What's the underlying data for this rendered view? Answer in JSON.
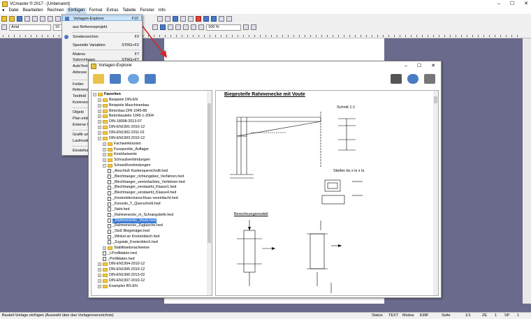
{
  "app": {
    "title": "VCmaster ® 2017 - [Unbenannt]"
  },
  "menubar": [
    "Datei",
    "Bearbeiten",
    "Rechnen",
    "Einfügen",
    "Format",
    "Extras",
    "Tabelle",
    "Fenster",
    "Info"
  ],
  "toolbar": {
    "font": "Arial",
    "size": "10",
    "zoom": "100 %"
  },
  "menu": {
    "items": [
      {
        "label": "Vorlagen-Explorer",
        "shortcut": "F10"
      },
      {
        "label": "aus Referenzprojekt",
        "shortcut": ""
      },
      {
        "label": "Sonderzeichen",
        "shortcut": "F2"
      },
      {
        "label": "Spezielle Variablen",
        "shortcut": "STRG+F2"
      },
      {
        "label": "Makros",
        "shortcut": "F7"
      },
      {
        "label": "Satzvorlagen",
        "shortcut": "STRG+F7"
      },
      {
        "label": "AutoText",
        "shortcut": ""
      },
      {
        "label": "Adresse",
        "shortcut": ""
      },
      {
        "label": "Felder",
        "shortcut": ""
      },
      {
        "label": "Referenz",
        "shortcut": ""
      },
      {
        "label": "Textfeld",
        "shortcut": ""
      },
      {
        "label": "Komment",
        "shortcut": ""
      },
      {
        "label": "Objekt",
        "shortcut": ""
      },
      {
        "label": "Plan einb",
        "shortcut": ""
      },
      {
        "label": "Externe G",
        "shortcut": ""
      },
      {
        "label": "Grafik und",
        "shortcut": ""
      },
      {
        "label": "Lastmodu",
        "shortcut": ""
      },
      {
        "label": "Einstellun",
        "shortcut": ""
      }
    ]
  },
  "explorer": {
    "title": "Vorlagen-Explorer",
    "tree": [
      {
        "label": "Favoriten",
        "kind": "root"
      },
      {
        "label": "Beispiele DIN-EN",
        "kind": "folder"
      },
      {
        "label": "Beispiele Maschinenbau",
        "kind": "folder"
      },
      {
        "label": "Betonbau DIN 1045-88",
        "kind": "folder"
      },
      {
        "label": "Betonbauteile 1045-1-2004",
        "kind": "folder"
      },
      {
        "label": "DIN-18008-2013-07",
        "kind": "folder"
      },
      {
        "label": "DIN-EN1991-2010-12",
        "kind": "folder"
      },
      {
        "label": "DIN-EN1992-2011-01",
        "kind": "folder"
      },
      {
        "label": "DIN-EN1993-2010-12",
        "kind": "folder"
      },
      {
        "label": "Fachwerkknoten",
        "kind": "folder"
      },
      {
        "label": "Fusspunkte_Auflager",
        "kind": "folder"
      },
      {
        "label": "Knickbeiwerte",
        "kind": "folder"
      },
      {
        "label": "Schraubverbindungen",
        "kind": "folder"
      },
      {
        "label": "Schweißverbindungen",
        "kind": "folder"
      },
      {
        "label": "_Anschluß Kastenquerschnitt.hed",
        "kind": "doc"
      },
      {
        "label": "_Blechtraeger_richtungsbez_Verfahren.hed",
        "kind": "doc"
      },
      {
        "label": "_Blechtraeger_vereinfachtes_Verfahren.hed",
        "kind": "doc"
      },
      {
        "label": "_Blechtraeger_verstaerkt_Klasse1.hed",
        "kind": "doc"
      },
      {
        "label": "_Blechtraeger_verstaerkt_Klasse4.hed",
        "kind": "doc"
      },
      {
        "label": "_Knotenblechanschluss vereinfacht.hed",
        "kind": "doc"
      },
      {
        "label": "_Konsole_T_Querschnitt.hed",
        "kind": "doc"
      },
      {
        "label": "_Naht.hed",
        "kind": "doc"
      },
      {
        "label": "_Rahmenecke_m_Schraegsteife.hed",
        "kind": "doc"
      },
      {
        "label": "_Rahmenecke_Voute.hed",
        "kind": "doc"
      },
      {
        "label": "_Rahmenecke_Zuglasche.hed",
        "kind": "doc"
      },
      {
        "label": "_Stoß Biegeträger.hed",
        "kind": "doc"
      },
      {
        "label": "_Winkel an Knotenblech.hed",
        "kind": "doc"
      },
      {
        "label": "_Zugstab_Knotenblech.hed",
        "kind": "doc"
      },
      {
        "label": "Stabilitaetsnachweise",
        "kind": "folder"
      },
      {
        "label": "_I-Profildaten.hed",
        "kind": "doc"
      },
      {
        "label": "_Profildaten.hed",
        "kind": "doc"
      },
      {
        "label": "DIN-EN1994-2010-12",
        "kind": "folder"
      },
      {
        "label": "DIN-EN1995-2010-12",
        "kind": "folder"
      },
      {
        "label": "DIN-EN1996-2013-02",
        "kind": "folder"
      },
      {
        "label": "DIN-EN1997-2010-12",
        "kind": "folder"
      },
      {
        "label": "Examples BS-EN",
        "kind": "folder"
      }
    ],
    "preview": {
      "title": "Biegesteife Rahmenecke mit Voute",
      "section_label": "Schnitt 1-1",
      "stiffener_label": "Steifen bs x ls x ts",
      "model_label": "Berechnungsmodell"
    }
  },
  "statusbar": {
    "message": "Bauteil-Vorlage einfügen (Auswahl über das Vorlagenverzeichnis)",
    "status": "Status",
    "text": "TEXT",
    "modus": "Modus",
    "einf": "EINF",
    "seite": "Seite",
    "page": "1/1",
    "ze": "ZE",
    "ze_val": "1",
    "sp": "SP",
    "sp_val": "1"
  }
}
